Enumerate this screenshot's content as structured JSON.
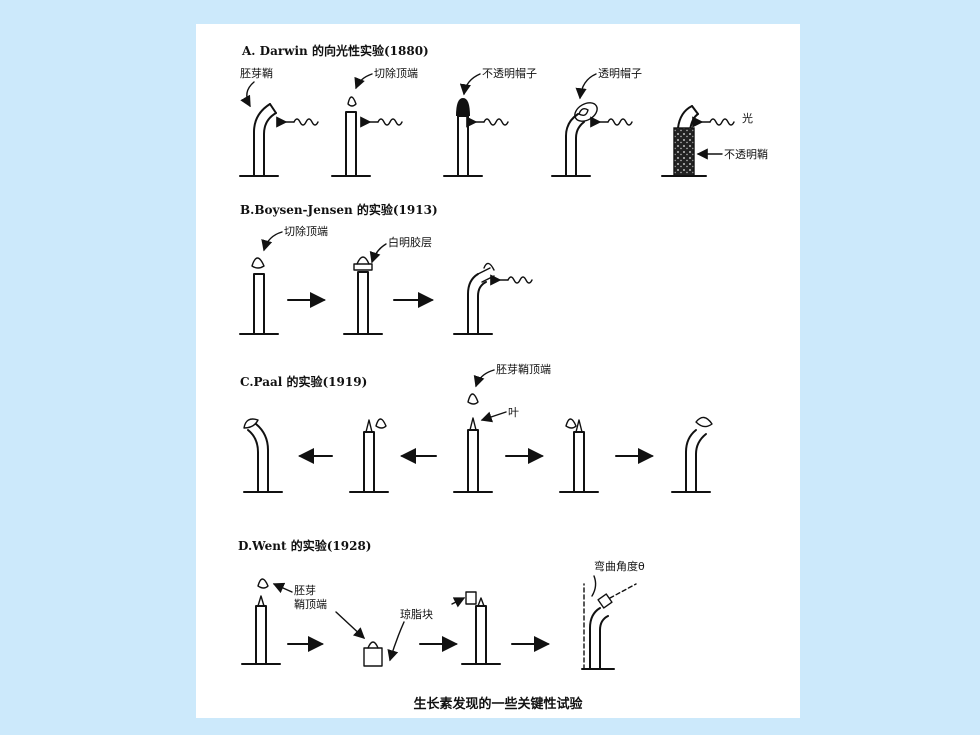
{
  "panels": {
    "a": {
      "title": "A. Darwin 的向光性实验(1880)",
      "labels": {
        "coleoptile": "胚芽鞘",
        "tip_removed": "切除顶端",
        "opaque_cap": "不透明帽子",
        "transparent_cap": "透明帽子",
        "light": "光",
        "opaque_sheath": "不透明鞘"
      }
    },
    "b": {
      "title": "B.Boysen-Jensen 的实验(1913)",
      "labels": {
        "tip_removed": "切除顶端",
        "gelatin": "白明胶层"
      }
    },
    "c": {
      "title": "C.Paal 的实验(1919)",
      "labels": {
        "coleoptile_tip": "胚芽鞘顶端",
        "leaf": "叶"
      }
    },
    "d": {
      "title": "D.Went 的实验(1928)",
      "labels": {
        "coleoptile_tip_line1": "胚芽",
        "coleoptile_tip_line2": "鞘顶端",
        "agar_block": "琼脂块",
        "bend_angle": "弯曲角度θ"
      }
    }
  },
  "caption": "生长素发现的一些关键性试验",
  "colors": {
    "background": "#cce9fb",
    "panel": "#ffffff",
    "ink": "#111111"
  }
}
